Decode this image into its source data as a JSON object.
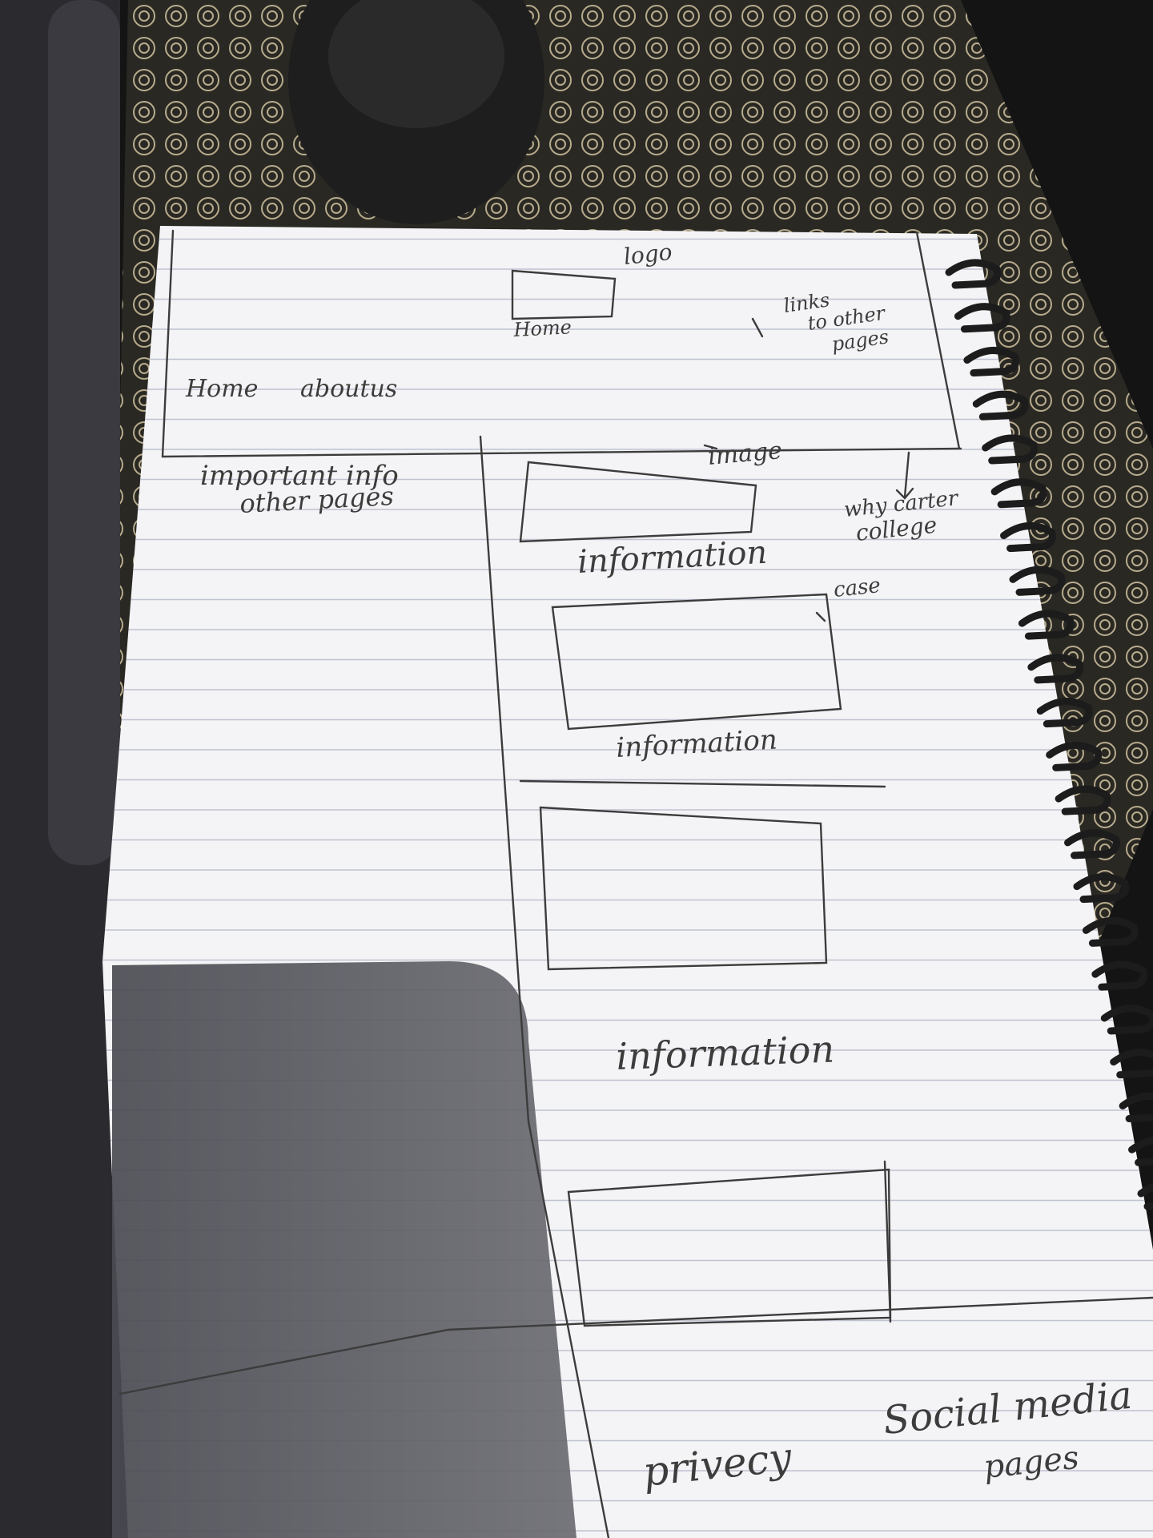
{
  "sketch": {
    "header": {
      "logo_label": "logo",
      "logo_caption": "Home",
      "nav_home": "Home",
      "nav_about": "aboutus",
      "links_note": [
        "links",
        "to other",
        "pages"
      ]
    },
    "sidebar_note": [
      "important info",
      "other pages"
    ],
    "callouts": {
      "image": "image",
      "why_college": [
        "why carter",
        "college"
      ],
      "case": "case"
    },
    "sections": [
      {
        "caption": "information"
      },
      {
        "caption": "information"
      },
      {
        "caption": ""
      },
      {
        "caption": "information"
      }
    ],
    "footer": {
      "privacy": "privecy",
      "social": [
        "Social media",
        "pages"
      ]
    }
  },
  "colors": {
    "paper": "#f4f4f6",
    "pencil": "#3c3c3c",
    "background": "#141414",
    "mat": "#6b6454",
    "spiral": "#1c1c1c"
  }
}
